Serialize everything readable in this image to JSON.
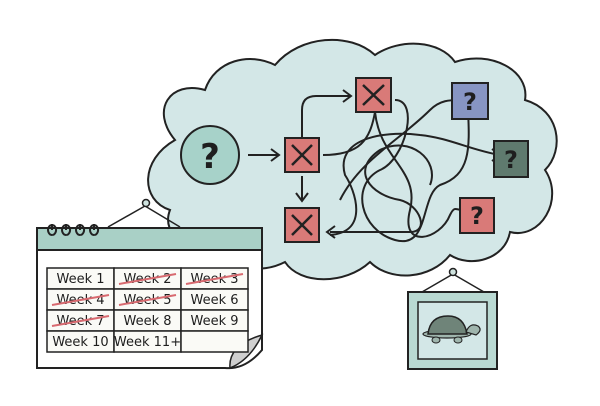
{
  "colors": {
    "cloud": "#d3e7e7",
    "outline": "#222222",
    "start_node": "#a7d2c9",
    "dead_end": "#d97a78",
    "outcome_blue": "#8795c3",
    "outcome_dark": "#5f7a6e",
    "outcome_red": "#d97a78",
    "calendar_header": "#a9d0c6",
    "strike": "#d86a70",
    "frame": "#b9d9d2"
  },
  "cloud": {
    "start_node": {
      "symbol": "?",
      "icon": "question-mark-icon"
    },
    "dead_ends": [
      {
        "symbol": "✕",
        "icon": "cross-icon",
        "position": "middle-left"
      },
      {
        "symbol": "✕",
        "icon": "cross-icon",
        "position": "top"
      },
      {
        "symbol": "✕",
        "icon": "cross-icon",
        "position": "bottom-left"
      }
    ],
    "outcomes": [
      {
        "symbol": "?",
        "icon": "question-mark-icon",
        "color": "blue"
      },
      {
        "symbol": "?",
        "icon": "question-mark-icon",
        "color": "dark-green"
      },
      {
        "symbol": "?",
        "icon": "question-mark-icon",
        "color": "red"
      }
    ]
  },
  "calendar": {
    "cells": [
      {
        "label": "Week 1",
        "crossed": false
      },
      {
        "label": "Week 2",
        "crossed": true
      },
      {
        "label": "Week 3",
        "crossed": true
      },
      {
        "label": "Week 4",
        "crossed": true
      },
      {
        "label": "Week 5",
        "crossed": true
      },
      {
        "label": "Week 6",
        "crossed": false
      },
      {
        "label": "Week 7",
        "crossed": true
      },
      {
        "label": "Week 8",
        "crossed": false
      },
      {
        "label": "Week 9",
        "crossed": false
      },
      {
        "label": "Week 10",
        "crossed": false
      },
      {
        "label": "Week 11+",
        "crossed": false
      },
      {
        "label": "",
        "crossed": false
      }
    ]
  },
  "picture": {
    "subject": "turtle"
  }
}
